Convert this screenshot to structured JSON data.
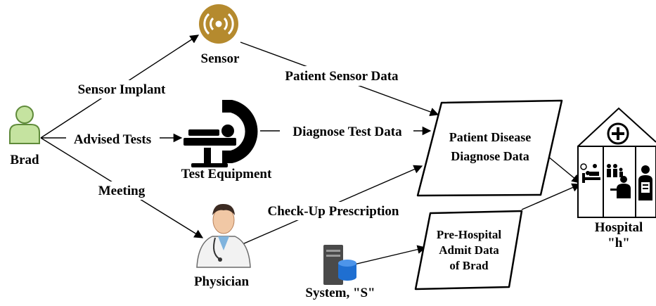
{
  "nodes": {
    "brad": "Brad",
    "sensor": "Sensor",
    "test_equipment": "Test Equipment",
    "physician": "Physician",
    "system": "System, \"S\"",
    "hospital_line1": "Hospital",
    "hospital_line2": "\"h\"",
    "disease_line1": "Patient Disease",
    "disease_line2": "Diagnose Data",
    "prehosp_line1": "Pre-Hospital",
    "prehosp_line2": "Admit Data",
    "prehosp_line3": "of Brad"
  },
  "edges": {
    "sensor_implant": "Sensor Implant",
    "advised_tests": "Advised Tests",
    "meeting": "Meeting",
    "patient_sensor_data": "Patient Sensor Data",
    "diagnose_test_data": "Diagnose Test Data",
    "checkup_prescription": "Check-Up Prescription"
  },
  "colors": {
    "person_fill": "#c5e3a0",
    "person_stroke": "#5f8a3a",
    "sensor_gold": "#b58a2e",
    "db_blue": "#1f6fd1",
    "server_gray": "#4a4a4a"
  }
}
